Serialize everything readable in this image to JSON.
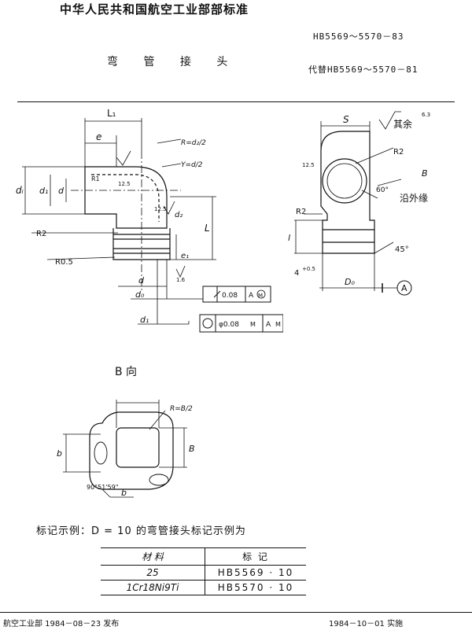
{
  "header": {
    "org_title": "中华人民共和国航空工业部部标准",
    "std_number": "HB5569～5570－83",
    "doc_title": "弯 管 接 头",
    "replaces": "代替HB5569～5570－81"
  },
  "drawing_main": {
    "L1": "L₁",
    "e": "e",
    "R1": "R1",
    "r12_5a": "12.5",
    "R_d2": "R=d₂/2",
    "Y_d": "Y=d/2",
    "di": "dᵢ",
    "d1": "d₁",
    "d": "d",
    "r12_5b": "12.5",
    "d2": "d₂",
    "L": "L",
    "R2": "R2",
    "R05": "R0.5",
    "e1": "e₁",
    "r1_6": "1.6",
    "d_bottom": "d",
    "d0": "d₀",
    "d1_bottom": "d₁",
    "tol1_value": "0.08",
    "tol1_datum": "A",
    "tol1_mod": "M",
    "tol2_value": "φ0.08",
    "tol2_mod": "M",
    "tol2_datum": "A",
    "tol2_mod2": "M"
  },
  "drawing_side": {
    "S": "S",
    "rest": "其余",
    "rest_value": "6.3",
    "r12_5": "12.5",
    "R2a": "R2",
    "B": "B",
    "angle60": "60°",
    "along_edge": "沿外缘",
    "R2b": "R2",
    "l": "l",
    "dim4": "4",
    "dim4_tol": "+0.5",
    "D0": "D₀",
    "angle45": "45°",
    "datum_A": "A"
  },
  "drawing_b": {
    "view_label": "B  向",
    "R_B": "R=B/2",
    "b_left": "b",
    "B_right": "B",
    "angle": "90°51'59\"",
    "b_bottom": "b"
  },
  "marking": {
    "intro": "标记示例：D = 10 的弯管接头标记示例为",
    "columns": [
      "材    料",
      "标      记"
    ],
    "rows": [
      [
        "25",
        "HB5569 · 10"
      ],
      [
        "1Cr18Ni9Ti",
        "HB5570 · 10"
      ]
    ]
  },
  "footer": {
    "issued_by": "航空工业部 1984－08－23 发布",
    "effective": "1984－10－01 实施"
  }
}
